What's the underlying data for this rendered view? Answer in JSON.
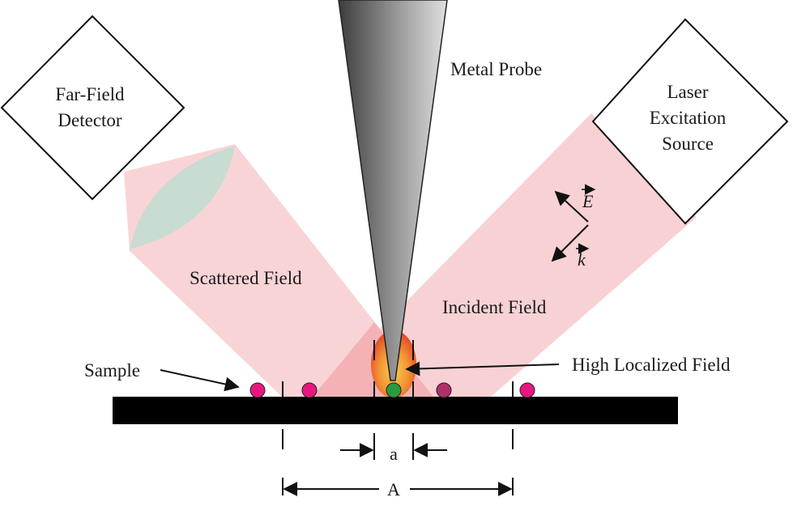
{
  "labels": {
    "detector_line1": "Far-Field",
    "detector_line2": "Detector",
    "laser_line1": "Laser",
    "laser_line2": "Excitation",
    "laser_line3": "Source",
    "metal_probe": "Metal Probe",
    "scattered_field": "Scattered Field",
    "incident_field": "Incident Field",
    "sample": "Sample",
    "high_localized_field": "High Localized Field",
    "vector_e": "E",
    "vector_k": "k",
    "dim_small": "a",
    "dim_large": "A"
  },
  "colors": {
    "beam": "#f7c6c9",
    "beam_overlap": "#f2a9ad",
    "lens": "#c9dbd3",
    "probe_dark": "#3c3c3c",
    "probe_light": "#d8d8d8",
    "hotspot_outer": "#e3542b",
    "hotspot_inner": "#f8b63a",
    "particle_magenta": "#e8177f",
    "particle_dim": "#b0306a",
    "particle_green": "#2b9a3f",
    "substrate": "#000000"
  },
  "icons": {
    "detector": "diamond-box-icon",
    "laser_source": "diamond-box-icon",
    "lens": "lens-icon",
    "probe": "cone-probe-icon"
  }
}
